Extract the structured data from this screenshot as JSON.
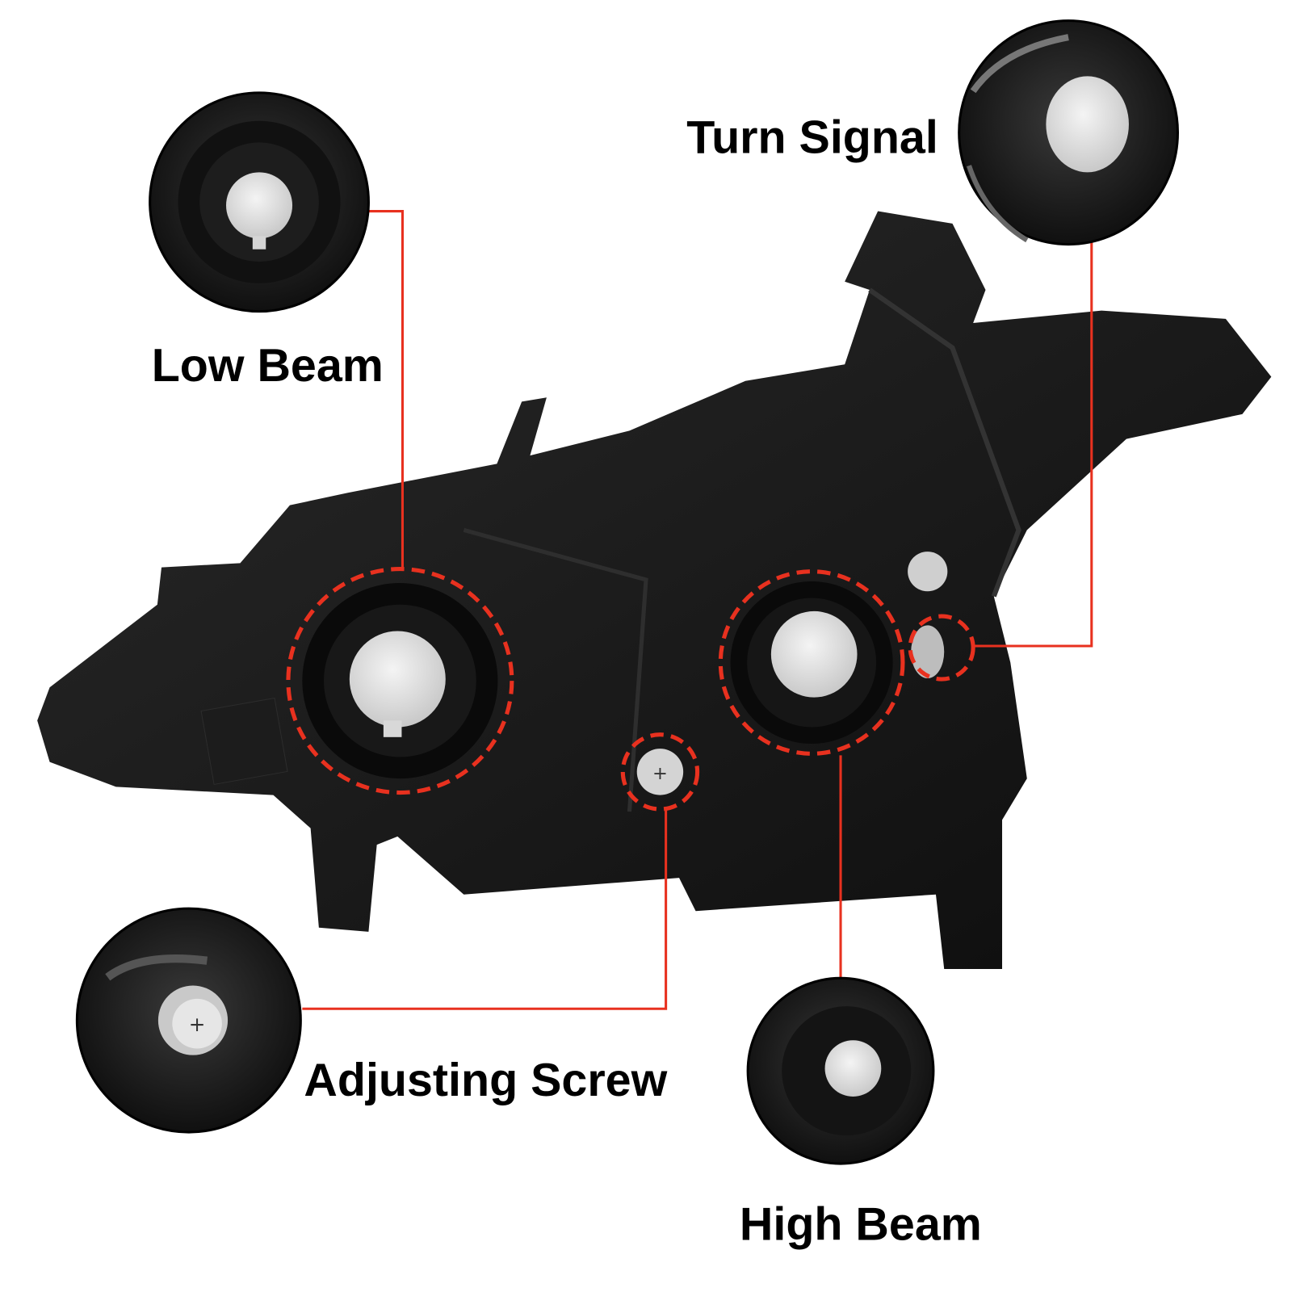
{
  "callouts": {
    "low_beam": "Low Beam",
    "turn_signal": "Turn Signal",
    "adjusting_screw": "Adjusting Screw",
    "high_beam": "High Beam"
  },
  "colors": {
    "leader_line": "#e8311f",
    "housing": "#151515",
    "text": "#000000"
  }
}
